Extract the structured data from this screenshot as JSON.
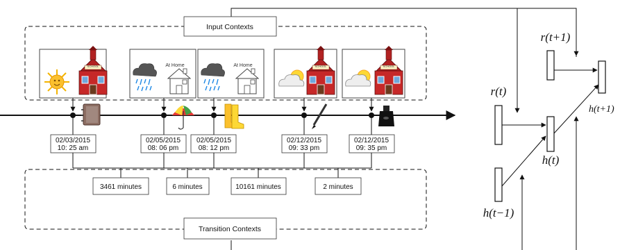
{
  "input_contexts_label": "Input Contexts",
  "transition_contexts_label": "Transition  Contexts",
  "events": [
    {
      "date": "02/03/2015",
      "time": "10: 25 am",
      "context": "sun-school"
    },
    {
      "date": "02/05/2015",
      "time": "08: 06 pm",
      "context": "rain-home",
      "context_text": "At Home"
    },
    {
      "date": "02/05/2015",
      "time": "08: 12 pm",
      "context": "rain-home",
      "context_text": "At Home"
    },
    {
      "date": "02/12/2015",
      "time": "09: 33 pm",
      "context": "cloud-school"
    },
    {
      "date": "02/12/2015",
      "time": "09: 35 pm",
      "context": "cloud-school"
    }
  ],
  "items": [
    "notebook-icon",
    "umbrella-icon",
    "rain-boots-icon",
    "pen-icon",
    "ink-bottle-icon"
  ],
  "intervals": [
    "3461 minutes",
    "6 minutes",
    "10161 minutes",
    "2 minutes"
  ],
  "school_sign": "SCHOOL",
  "rnn": {
    "r_t": "r(t)",
    "r_t1": "r(t+1)",
    "h_t": "h(t)",
    "h_t_minus": "h(t−1)",
    "h_t1": "h(t+1)"
  }
}
